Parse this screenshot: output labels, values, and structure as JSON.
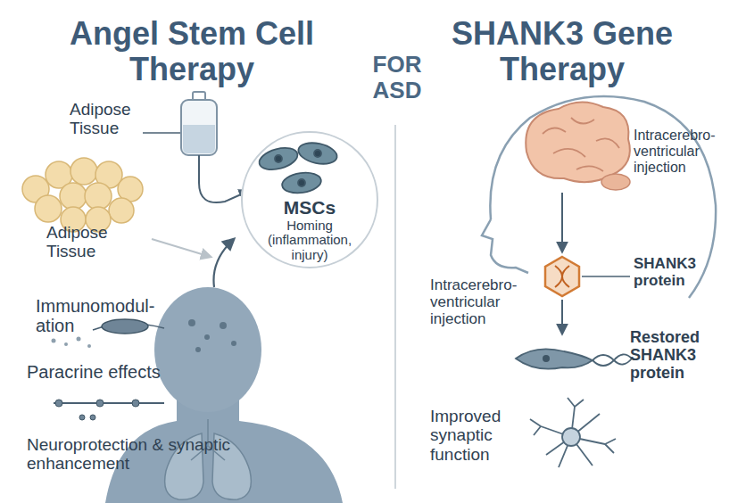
{
  "diagram": {
    "nodes": [
      {
        "text": [
          "MSCs",
          "Homing (inflammation, injury)"
        ]
      }
    ],
    "labels": [
      "Angel Stem Cell Therapy",
      "FOR ASD",
      "SHANK3 Gene Therapy",
      "Adipose Tissue",
      "Adipose Tissue",
      "Immunomodul- ation",
      "Paracrine effects",
      "Neuroprotection & synaptic enhancement",
      "Intracerebro- ventricular injection",
      "SHANK3 protein",
      "Intracerebro- ventricular injection",
      "Restored SHANK3 protein",
      "Improved synaptic function"
    ]
  }
}
